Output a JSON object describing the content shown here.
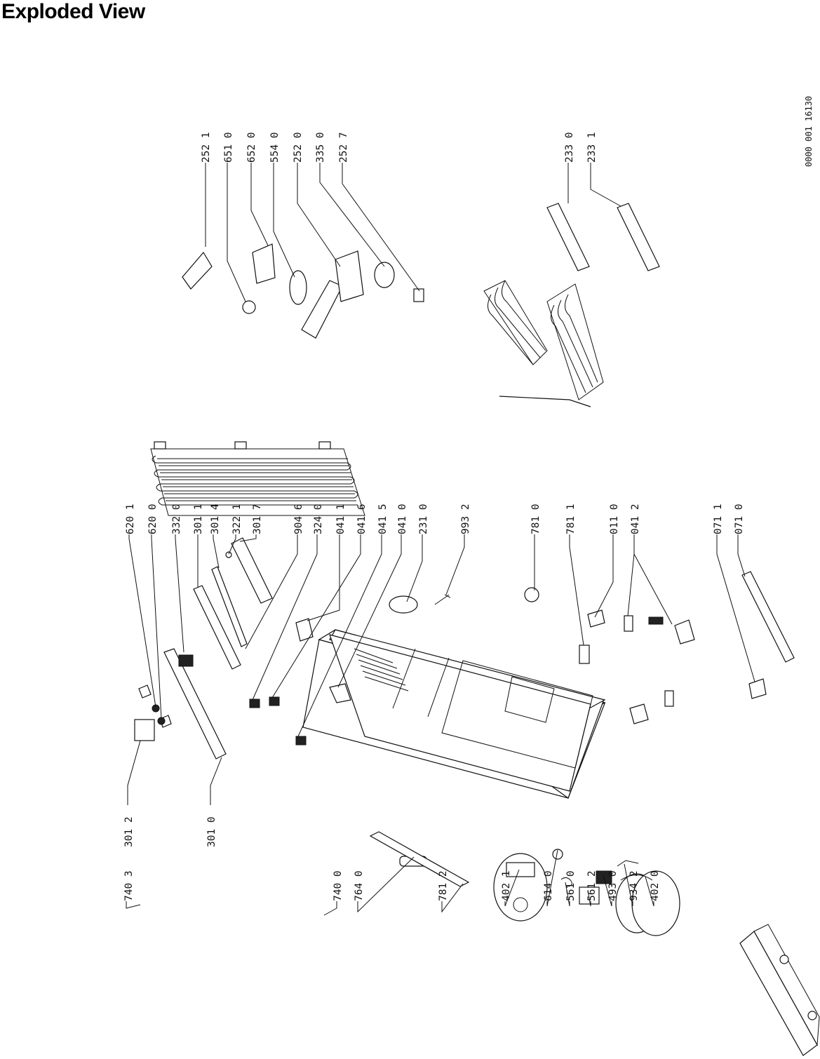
{
  "page": {
    "title": "Exploded View",
    "drawing_code": "0000 001 16130"
  },
  "labels": {
    "l1": "252 1",
    "l2": "651 0",
    "l3": "652 0",
    "l4": "554 0",
    "l5": "252 0",
    "l6": "335 0",
    "l7": "252 7",
    "l8": "233 0",
    "l9": "233 1",
    "l10": "620 1",
    "l11": "620 0",
    "l12": "332 0",
    "l13": "301 1",
    "l14": "301 4",
    "l15": "322 1",
    "l16": "301 7",
    "l17": "904 6",
    "l18": "324 0",
    "l19": "041 1",
    "l20": "041 6",
    "l21": "041 5",
    "l22": "041 0",
    "l23": "231 0",
    "l24": "993 2",
    "l25": "781 0",
    "l26": "781 1",
    "l27": "011 0",
    "l28": "041 2",
    "l29": "071 1",
    "l30": "071 0",
    "l31": "740 3",
    "l32": "301 2",
    "l33": "301 0",
    "l34": "740 0",
    "l35": "764 0",
    "l36": "781 2",
    "l37": "402 1",
    "l38": "614 0",
    "l39": "561 0",
    "l40": "561 2",
    "l41": "493 0",
    "l42": "934 2",
    "l43": "402 0"
  }
}
